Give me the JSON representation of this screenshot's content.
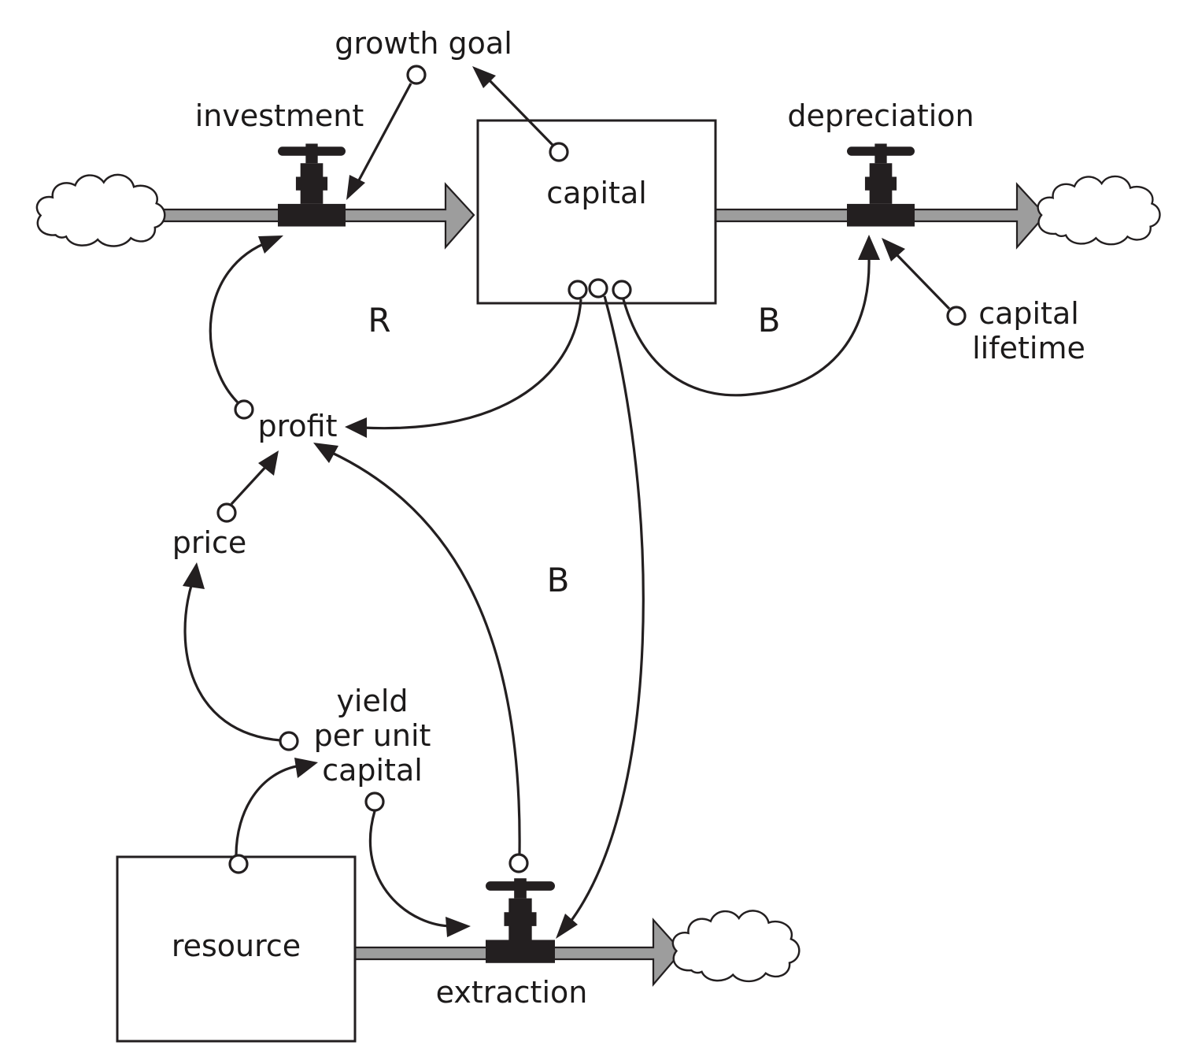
{
  "stocks": {
    "capital": "capital",
    "resource": "resource"
  },
  "flows": {
    "investment": "investment",
    "depreciation": "depreciation",
    "extraction": "extraction"
  },
  "variables": {
    "growth_goal": "growth goal",
    "profit": "profit",
    "price": "price",
    "capital_lifetime_line1": "capital",
    "capital_lifetime_line2": "lifetime",
    "yield_line1": "yield",
    "yield_line2": "per unit",
    "yield_line3": "capital"
  },
  "loops": {
    "reinforcing": "R",
    "balancing_depreciation": "B",
    "balancing_extraction": "B"
  },
  "icons": {
    "valve": "valve-icon",
    "cloud": "cloud-icon"
  },
  "colors": {
    "ink": "#231f20",
    "pipe": "#9d9d9d"
  }
}
